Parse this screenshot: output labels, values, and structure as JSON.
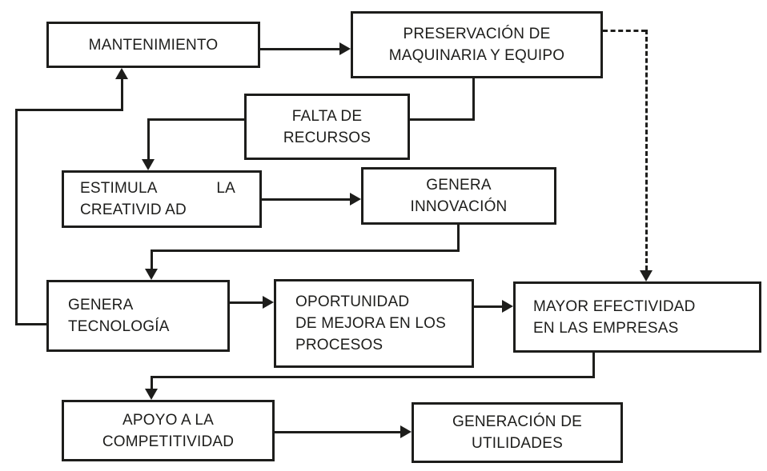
{
  "diagram": {
    "type": "flowchart",
    "background_color": "#ffffff",
    "line_color": "#1d1d1b",
    "text_color": "#1d1d1b",
    "nodes": {
      "mantenimiento": {
        "lines": [
          "MANTENIMIENTO"
        ]
      },
      "preservacion": {
        "lines": [
          "PRESERVACIÓN DE",
          "MAQUINARIA Y EQUIPO"
        ]
      },
      "falta_recursos": {
        "lines": [
          "FALTA DE",
          "RECURSOS"
        ]
      },
      "estimula_creatividad": {
        "line1_left": "ESTIMULA",
        "line1_right": "LA",
        "line2": "CREATIVID AD"
      },
      "genera_innovacion": {
        "lines": [
          "GENERA",
          "INNOVACIÓN"
        ]
      },
      "genera_tecnologia": {
        "lines": [
          "GENERA",
          "TECNOLOGÍA"
        ]
      },
      "oportunidad_mejora": {
        "lines": [
          "OPORTUNIDAD",
          "DE MEJORA EN LOS",
          "PROCESOS"
        ]
      },
      "mayor_efectividad": {
        "lines": [
          "MAYOR EFECTIVIDAD",
          "EN LAS EMPRESAS"
        ]
      },
      "apoyo_competitividad": {
        "lines": [
          "APOYO A LA",
          "COMPETITIVIDAD"
        ]
      },
      "generacion_utilidades": {
        "lines": [
          "GENERACIÓN DE",
          "UTILIDADES"
        ]
      }
    },
    "edges": [
      {
        "from": "mantenimiento",
        "to": "preservacion",
        "style": "solid-arrow"
      },
      {
        "from": "preservacion",
        "to": "mayor_efectividad",
        "style": "dashed-arrow"
      },
      {
        "from": "preservacion",
        "to": "falta_recursos",
        "style": "solid-line"
      },
      {
        "from": "falta_recursos",
        "to": "estimula_creatividad",
        "style": "solid-arrow"
      },
      {
        "from": "estimula_creatividad",
        "to": "genera_innovacion",
        "style": "solid-arrow"
      },
      {
        "from": "genera_innovacion",
        "to": "genera_tecnologia",
        "style": "solid-arrow"
      },
      {
        "from": "genera_tecnologia",
        "to": "mantenimiento",
        "style": "solid-arrow"
      },
      {
        "from": "genera_tecnologia",
        "to": "oportunidad_mejora",
        "style": "solid-arrow"
      },
      {
        "from": "oportunidad_mejora",
        "to": "mayor_efectividad",
        "style": "solid-arrow"
      },
      {
        "from": "mayor_efectividad",
        "to": "apoyo_competitividad",
        "style": "solid-arrow"
      },
      {
        "from": "apoyo_competitividad",
        "to": "generacion_utilidades",
        "style": "solid-arrow"
      }
    ]
  }
}
